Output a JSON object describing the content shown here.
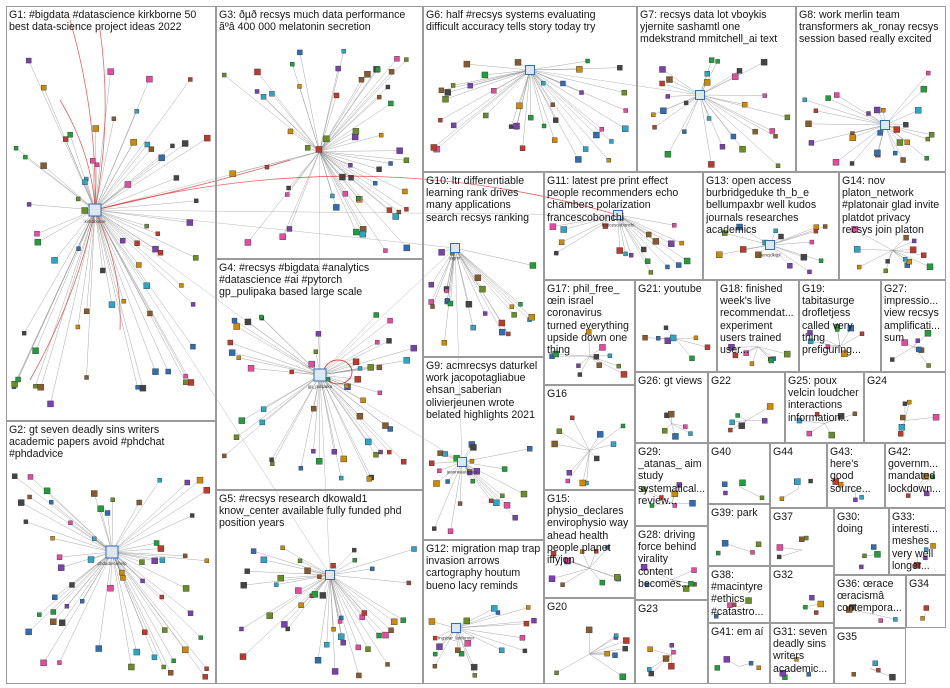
{
  "groups": [
    {
      "id": "G1",
      "label": "G1: #bigdata #datascience kirkborne 50 best data-science project ideas 2022"
    },
    {
      "id": "G2",
      "label": "G2: gt seven deadly sins writers academic papers avoid #phdchat #phdadvice"
    },
    {
      "id": "G3",
      "label": "G3: ðµð recsys much data performance ãºâ 400 000 melatonin secretion"
    },
    {
      "id": "G4",
      "label": "G4: #recsys #bigdata #analytics #datascience #ai #pytorch gp_pulipaka based large scale"
    },
    {
      "id": "G5",
      "label": "G5: #recsys research dkowald1 know_center available fully funded phd position years"
    },
    {
      "id": "G6",
      "label": "G6: half #recsys systems evaluating difficult accuracy tells story today try"
    },
    {
      "id": "G7",
      "label": "G7: recsys data lot vboykis yjernite sashamtl one mdekstrand mmitchell_ai text"
    },
    {
      "id": "G8",
      "label": "G8: work merlin team transformers ak_ronay recsys session based really excited"
    },
    {
      "id": "G9",
      "label": "G9: acmrecsys daturkel work jacopotagliabue ehsan_saberian olivierjeunen wrote belated highlights 2021"
    },
    {
      "id": "G10",
      "label": "G10: ltr differentiable learning rank drives many applications search recsys ranking"
    },
    {
      "id": "G11",
      "label": "G11: latest pre print effect people recommenders echo chambers polarization francescobonchi"
    },
    {
      "id": "G12",
      "label": "G12: migration map trap invasion arrows cartography houtum bueno lacy reminds"
    },
    {
      "id": "G13",
      "label": "G13: open access burbridgeduke th_b_e bellumpaxbr well kudos journals researches academics"
    },
    {
      "id": "G14",
      "label": "G14: nov platon_network #platonair glad invite platdot privacy recsys join platon"
    },
    {
      "id": "G15",
      "label": "G15: physio_declares envirophysio way ahead health people planet iffyjon"
    },
    {
      "id": "G16",
      "label": "G16"
    },
    {
      "id": "G17",
      "label": "G17: phil_free_ œin israel coronavirus turned everything upside down one thing"
    },
    {
      "id": "G18",
      "label": "G18: finished week's live recommendat... experiment users trained user..."
    },
    {
      "id": "G19",
      "label": "G19: tabitasurge drofletjess called very thing prefiguring..."
    },
    {
      "id": "G20",
      "label": "G20"
    },
    {
      "id": "G21",
      "label": "G21: youtube"
    },
    {
      "id": "G22",
      "label": "G22"
    },
    {
      "id": "G23",
      "label": "G23"
    },
    {
      "id": "G24",
      "label": "G24"
    },
    {
      "id": "G25",
      "label": "G25: poux velcin loudcher interactions information..."
    },
    {
      "id": "G26",
      "label": "G26: gt views"
    },
    {
      "id": "G27",
      "label": "G27: impressio... view recsys amplificati... sum"
    },
    {
      "id": "G28",
      "label": "G28: driving force behind virality content becomes..."
    },
    {
      "id": "G29",
      "label": "G29: _atanas_ aim study systematical... review..."
    },
    {
      "id": "G30",
      "label": "G30: doing"
    },
    {
      "id": "G31",
      "label": "G31: seven deadly sins writers academic..."
    },
    {
      "id": "G32",
      "label": "G32"
    },
    {
      "id": "G33",
      "label": "G33: interesti... meshes very well longer..."
    },
    {
      "id": "G34",
      "label": "G34"
    },
    {
      "id": "G35",
      "label": "G35"
    },
    {
      "id": "G36",
      "label": "G36: œrace œracismâ contempora..."
    },
    {
      "id": "G37",
      "label": "G37"
    },
    {
      "id": "G38",
      "label": "G38: #macintyre #ethics #catastro..."
    },
    {
      "id": "G39",
      "label": "G39: park"
    },
    {
      "id": "G40",
      "label": "G40"
    },
    {
      "id": "G41",
      "label": "G41: em aí"
    },
    {
      "id": "G42",
      "label": "G42: governm... mandated lockdown..."
    },
    {
      "id": "G43",
      "label": "G43: here's good source..."
    },
    {
      "id": "G44",
      "label": "G44"
    }
  ],
  "hub_names": {
    "G1": "kirkdborne",
    "G2": "phdadvicehelp",
    "G4": "gp_pulipaka",
    "G9": "jeanneautopica",
    "G10": "iagmr",
    "G11": "francescobonchi",
    "G12": "mgsbar_lanfernier",
    "G13": "bencjdkijpl"
  },
  "colors": {
    "box_border": "#9a9a9a",
    "edge": "#8c8c8c",
    "edge_self": "#e02020",
    "node_palette": [
      "#2f6db5",
      "#1f9e3a",
      "#7a3fb0",
      "#d08a00",
      "#c0392b",
      "#2aa6c9",
      "#444444",
      "#8b5a2b",
      "#e64aa0",
      "#6b8e23"
    ]
  }
}
